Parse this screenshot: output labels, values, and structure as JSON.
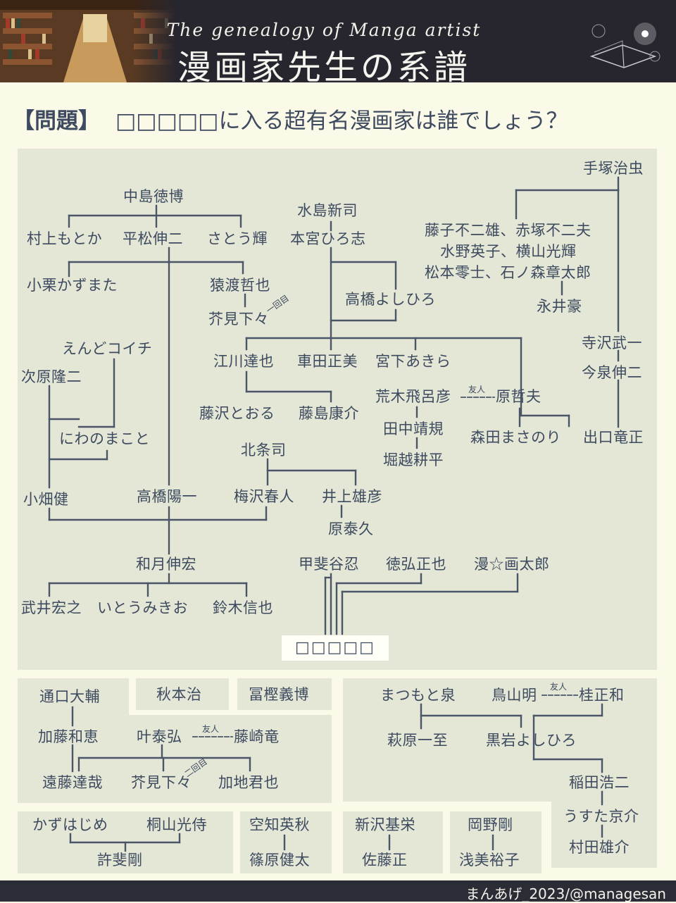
{
  "header": {
    "subtitle": "The genealogy of Manga artist",
    "title": "漫画家先生の系譜"
  },
  "question": {
    "label": "【問題】",
    "text": "□□□□□に入る超有名漫画家は誰でしょう？"
  },
  "names": {
    "tezuka": "手塚治虫",
    "fujiko": "藤子不二雄、赤塚不二夫",
    "mizuno": "水野英子、横山光輝",
    "matsumoto": "松本零士、石ノ森章太郎",
    "nagai": "永井豪",
    "terasawa": "寺沢武一",
    "imaizumi": "今泉伸二",
    "nakajima": "中島徳博",
    "murakami": "村上もとか",
    "hiramatsu": "平松伸二",
    "sato": "さとう輝",
    "mizushima": "水島新司",
    "motomiya": "本宮ひろ志",
    "oguri": "小栗かずまた",
    "sarutowa": "猿渡哲也",
    "akutami1": "芥見下々",
    "takahashi_yoshi": "高橋よしひろ",
    "endo_koichi": "えんどコイチ",
    "tsugihara": "次原隆二",
    "egawa": "江川達也",
    "kurumada": "車田正美",
    "miyashita": "宮下あきら",
    "araki": "荒木飛呂彦",
    "hara": "原哲夫",
    "fujisawa": "藤沢とおる",
    "fujishima": "藤島康介",
    "tanaka": "田中靖規",
    "horikoshi": "堀越耕平",
    "morita": "森田まさのり",
    "deguchi": "出口竜正",
    "niwano": "にわのまこと",
    "hojo": "北条司",
    "obata": "小畑健",
    "takahashi_yoichi": "高橋陽一",
    "umezawa": "梅沢春人",
    "inoue": "井上雄彦",
    "harayasu": "原泰久",
    "watsuki": "和月伸宏",
    "kai": "甲斐谷忍",
    "tokuhiro": "徳弘正也",
    "mangataro": "漫☆画太郎",
    "takei": "武井宏之",
    "ito": "いとうみきお",
    "suzuki": "鈴木信也",
    "answer": "□□□□□",
    "higuchi": "通口大輔",
    "akimoto": "秋本治",
    "togashi": "冨樫義博",
    "kato": "加藤和恵",
    "kanou": "叶泰弘",
    "fujisaki": "藤崎竜",
    "endo_tatsuya": "遠藤達哉",
    "akutami2": "芥見下々",
    "kachi": "加地君也",
    "matsumoto_izumi": "まつもと泉",
    "toriyama": "鳥山明",
    "katsura": "桂正和",
    "hagiwara": "萩原一至",
    "kuroiwa": "黒岩よしひろ",
    "inada": "稲田浩二",
    "usuta": "うすた京介",
    "murata": "村田雄介",
    "kazuhajime": "かずはじめ",
    "kiriyama": "桐山光侍",
    "kyohi": "許斐剛",
    "sorachi": "空知英秋",
    "shinohara": "篠原健太",
    "niizawa": "新沢基栄",
    "sato_tadashi": "佐藤正",
    "okano": "岡野剛",
    "asami": "浅美裕子"
  },
  "tags": {
    "first": "一回目",
    "second": "二回目",
    "friend1": "友人",
    "friend2": "友人",
    "friend3": "友人"
  },
  "footer": {
    "credit": "まんあげ_2023/@managesan"
  }
}
